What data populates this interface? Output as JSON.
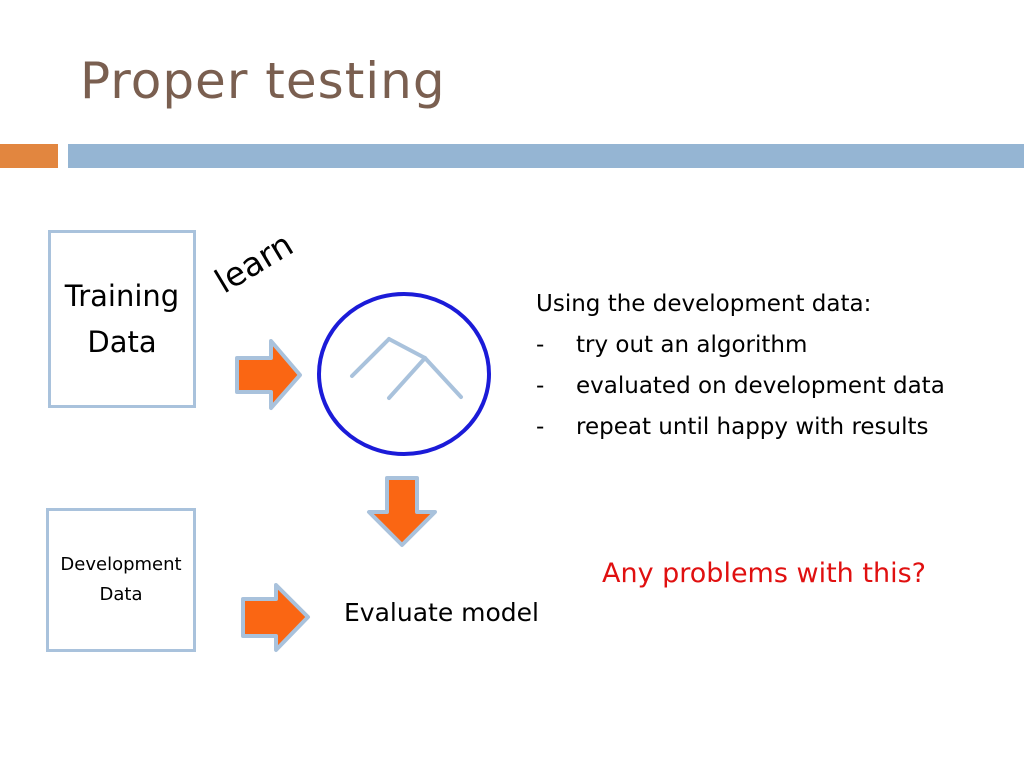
{
  "slide": {
    "title": "Proper testing",
    "training_box": {
      "line1": "Training",
      "line2": "Data"
    },
    "dev_box": {
      "line1": "Development",
      "line2": "Data"
    },
    "learn_label": "learn",
    "model_label": "Evaluate model",
    "notes": {
      "heading": "Using the development data:",
      "items": [
        {
          "marker": "-",
          "text": "try out an algorithm"
        },
        {
          "marker": "-",
          "text": "evaluated on development data"
        },
        {
          "marker": "-",
          "text": "repeat until happy with results"
        }
      ]
    },
    "question": "Any problems with this?"
  },
  "colors": {
    "title": "#7a5f50",
    "accent_bar": "#e2863f",
    "main_bar": "#95b5d3",
    "box_border": "#a9c2dc",
    "arrow_fill": "#fa6613",
    "arrow_outline": "#a9c2dc",
    "circle": "#1b1bd8",
    "tree_lines": "#a9c2dc",
    "question": "#e01010"
  },
  "icons": {
    "arrow": "arrow-right-icon",
    "arrow_down": "arrow-down-icon",
    "tree": "decision-tree-icon"
  }
}
